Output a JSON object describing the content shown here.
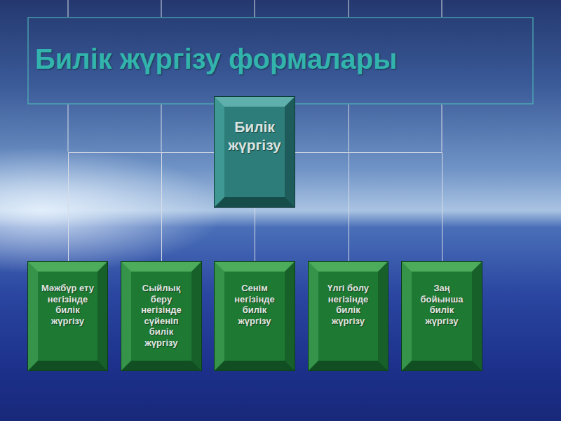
{
  "diagram": {
    "title": "Билік жүргізу формалары",
    "nodes": [
      {
        "text": [
          "Билік жүргізу"
        ]
      },
      {
        "text": [
          "Мәжбүр ету негізінде билік жүргізу"
        ]
      },
      {
        "text": [
          "Сыйлық беру негізінде сүйеніп билік жүргізу"
        ]
      },
      {
        "text": [
          "Сенім негізінде билік жүргізу"
        ]
      },
      {
        "text": [
          "Үлгі болу негізінде билік жүргізу"
        ]
      },
      {
        "text": [
          "Заң бойынша билік жүргізу"
        ]
      }
    ],
    "edges": [
      {
        "from": 0,
        "to": 1,
        "arrow": "none"
      },
      {
        "from": 0,
        "to": 2,
        "arrow": "none"
      },
      {
        "from": 0,
        "to": 3,
        "arrow": "none"
      },
      {
        "from": 0,
        "to": 4,
        "arrow": "none"
      },
      {
        "from": 0,
        "to": 5,
        "arrow": "none"
      }
    ]
  }
}
